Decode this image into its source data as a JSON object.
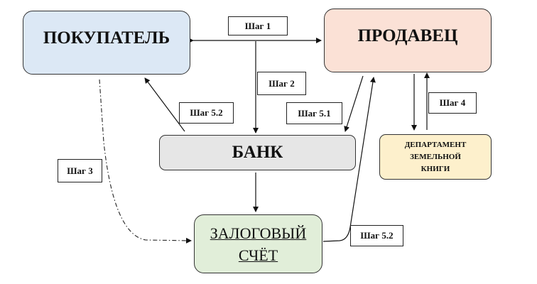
{
  "nodes": {
    "buyer": {
      "label": "ПОКУПАТЕЛЬ",
      "color": "#dce8f5"
    },
    "seller": {
      "label": "ПРОДАВЕЦ",
      "color": "#fbe1d6"
    },
    "bank": {
      "label": "БАНК",
      "color": "#e6e6e6"
    },
    "land_dept": {
      "line1": "ДЕПАРТАМЕНТ",
      "line2": "ЗЕМЕЛЬНОЙ",
      "line3": "КНИГИ",
      "color": "#fdf0cc"
    },
    "escrow": {
      "line1": "ЗАЛОГОВЫЙ",
      "line2": "СЧЁТ",
      "color": "#e1eed9"
    }
  },
  "steps": {
    "step1": "Шаг 1",
    "step2": "Шаг 2",
    "step3": "Шаг 3",
    "step4": "Шаг 4",
    "step51": "Шаг 5.1",
    "step52_left": "Шаг 5.2",
    "step52_bottom": "Шаг 5.2"
  }
}
